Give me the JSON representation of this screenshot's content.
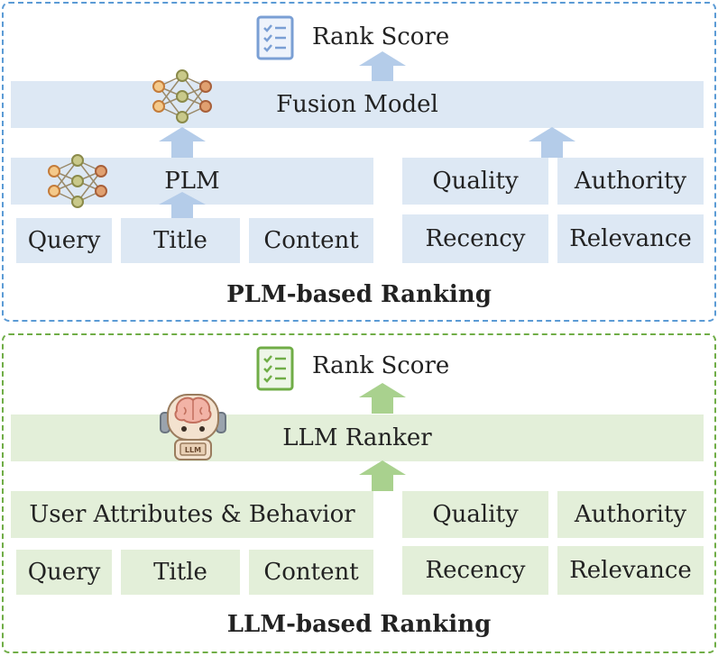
{
  "plm": {
    "caption": "PLM-based Ranking",
    "rank_score": "Rank Score",
    "fusion_model": "Fusion Model",
    "plm": "PLM",
    "inputs": [
      "Query",
      "Title",
      "Content"
    ],
    "features": [
      "Quality",
      "Authority",
      "Recency",
      "Relevance"
    ]
  },
  "llm": {
    "caption": "LLM-based Ranking",
    "rank_score": "Rank Score",
    "ranker": "LLM Ranker",
    "robot_badge": "LLM",
    "user_attr": "User Attributes & Behavior",
    "inputs": [
      "Query",
      "Title",
      "Content"
    ],
    "features": [
      "Quality",
      "Authority",
      "Recency",
      "Relevance"
    ]
  },
  "colors": {
    "blue_border": "#5b9bd5",
    "green_border": "#70ad47",
    "blue_fill": "#dde8f4",
    "green_fill": "#e3efd9",
    "blue_arrow": "#b4cce9",
    "green_arrow": "#a9d18e"
  }
}
